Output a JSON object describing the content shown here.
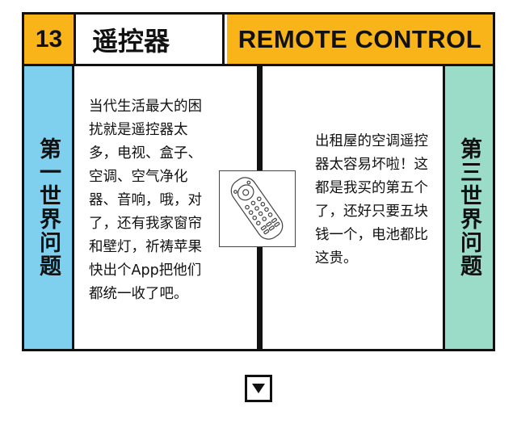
{
  "header": {
    "number": "13",
    "title_cn": "遥控器",
    "title_en": "REMOTE CONTROL"
  },
  "left": {
    "side_label": "第一世界问题",
    "text": "当代生活最大的困扰就是遥控器太多，电视、盒子、空调、空气净化器、音响，哦，对了，还有我家窗帘和壁灯，祈祷苹果快出个App把他们都统一收了吧。"
  },
  "right": {
    "side_label": "第三世界问题",
    "text": "出租屋的空调遥控器太容易坏啦！这都是我买的第五个了，还好只要五块钱一个，电池都比这贵。"
  },
  "image": {
    "icon": "remote-control-icon"
  },
  "nav": {
    "icon": "triangle-down-icon"
  },
  "colors": {
    "accent_orange": "#f8b418",
    "blue_panel": "#7fd0ee",
    "green_panel": "#9adcc8",
    "border": "#111111"
  }
}
